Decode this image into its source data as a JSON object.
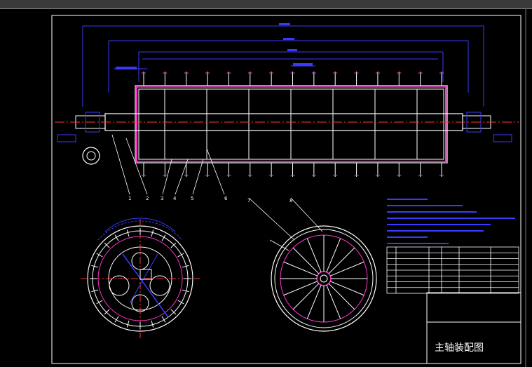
{
  "drawing": {
    "title": "主轴装配图",
    "colors": {
      "background": "#000000",
      "frame": "#ffffff",
      "dimension": "#3a3aff",
      "outline": "#ffffff",
      "centerline": "#ff3333",
      "accent": "#ff33cc",
      "leader": "#ffffff"
    },
    "part_callouts": [
      "1",
      "2",
      "3",
      "4",
      "5",
      "6",
      "7",
      "8"
    ],
    "bolt_count_top": 15,
    "spoke_count": 16
  }
}
